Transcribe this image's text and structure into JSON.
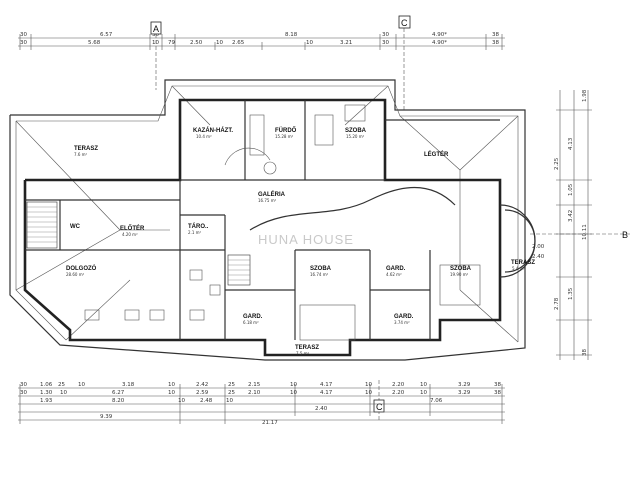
{
  "axes": {
    "a": "A",
    "c": "C",
    "b": "B",
    "c2": "C"
  },
  "top_dims": {
    "row1": [
      "30",
      "6.57",
      "30",
      "8.18",
      "30",
      "4.90*",
      "38"
    ],
    "row2": [
      "30",
      "5.68",
      "10",
      "79",
      "2.50",
      "10",
      "2.65",
      "10",
      "3.21",
      "30",
      "4.90*",
      "38"
    ]
  },
  "bottom_dims": {
    "row1": [
      "30",
      "1.06",
      "25",
      "10",
      "3.18",
      "10",
      "2.42",
      "25",
      "2.15",
      "10",
      "4.17",
      "10",
      "2.20",
      "10",
      "3.29",
      "38"
    ],
    "row2": [
      "30",
      "1.30",
      "10",
      "6.27",
      "10",
      "2.59",
      "25",
      "2.10",
      "10",
      "4.17",
      "10",
      "2.20",
      "10",
      "3.29",
      "38"
    ],
    "row3": [
      "1.93",
      "8.20",
      "10",
      "2.48",
      "10",
      "7.06"
    ],
    "row4": [
      "9.39",
      "2.40",
      "21.17"
    ]
  },
  "right_dims": [
    "1.98",
    "4.13",
    "1.05",
    "2.25",
    "3.42",
    "10.11",
    "2.00",
    "2.40",
    "1.35",
    "2.78",
    "38"
  ],
  "rooms": {
    "terasz_nw": {
      "name": "TERASZ",
      "area": "7.6 m²"
    },
    "kazan": {
      "name": "KAZÁN-HÁZT.",
      "area": "10.4 m²"
    },
    "furdo": {
      "name": "FÜRDŐ",
      "area": "15.28 m²"
    },
    "szoba_n": {
      "name": "SZOBA",
      "area": "15.20 m²"
    },
    "legter": {
      "name": "LÉGTÉR"
    },
    "galeria": {
      "name": "GALÉRIA",
      "area": "16.75 m²"
    },
    "wc": {
      "name": "WC"
    },
    "eloter": {
      "name": "ELŐTÉR",
      "area": "4.20 m²"
    },
    "tarolo": {
      "name": "TÁRO..",
      "area": "2.1 m²"
    },
    "dolgozo": {
      "name": "DOLGOZÓ",
      "area": "28.60 m²"
    },
    "szoba_c": {
      "name": "SZOBA",
      "area": "16.74 m²"
    },
    "gard_1": {
      "name": "GARD.",
      "area": "4.62 m²"
    },
    "szoba_e": {
      "name": "SZOBA",
      "area": "19.90 m²"
    },
    "gard_2": {
      "name": "GARD.",
      "area": "6.18 m²"
    },
    "gard_3": {
      "name": "GARD.",
      "area": "3.74 m²"
    },
    "terasz_s": {
      "name": "TERASZ",
      "area": "7.5 m²"
    },
    "terasz_e": {
      "name": "TERASZ",
      "area": "5.4 m²"
    }
  },
  "watermark": "HUNA HOUSE"
}
